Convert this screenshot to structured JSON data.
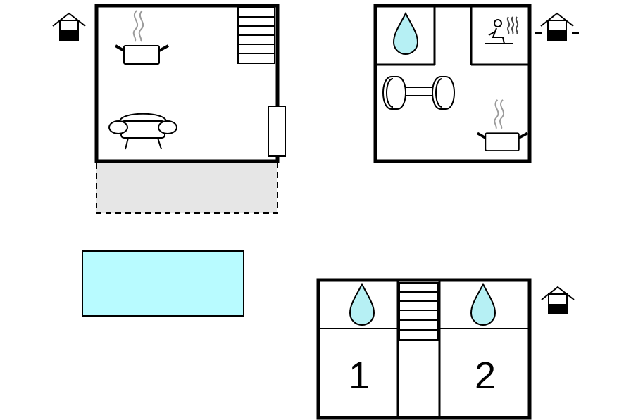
{
  "colors": {
    "wall": "#000000",
    "water": "#b6f0f4",
    "pool": "#b8fbff",
    "terrace": "#e6e6e6",
    "steam": "#9a9a9a",
    "background": "#ffffff"
  },
  "icons": [
    "level-indicator-icon",
    "cooking-pot-icon",
    "sofa-icon",
    "staircase-icon",
    "door-icon",
    "water-drop-icon",
    "sauna-icon",
    "dumbbell-icon",
    "swimming-pool",
    "terrace"
  ],
  "bedrooms": {
    "first": "1",
    "second": "2"
  }
}
